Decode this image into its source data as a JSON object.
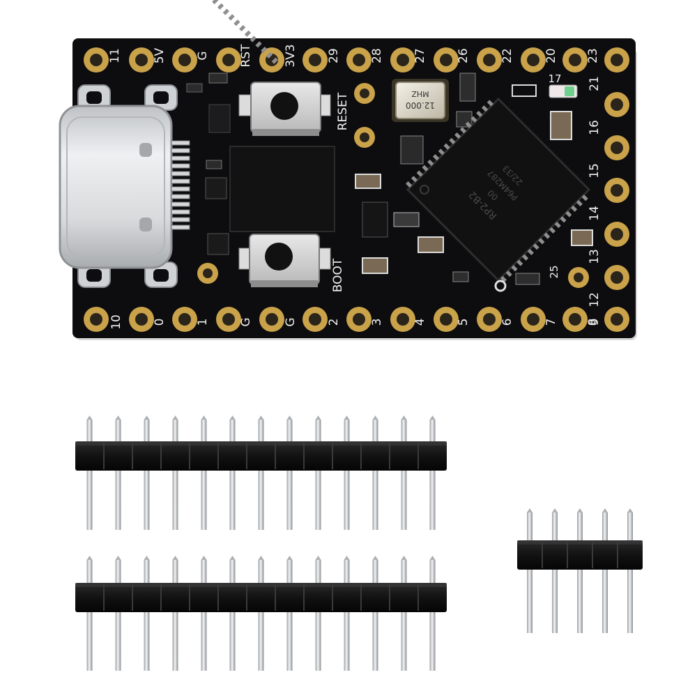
{
  "board": {
    "top_labels": [
      "11",
      "5V",
      "G",
      "RST",
      "3V3",
      "29",
      "28",
      "27",
      "26",
      "22",
      "20",
      "23"
    ],
    "right_labels": [
      "21",
      "16",
      "15",
      "14",
      "13",
      "12",
      "9"
    ],
    "bottom_labels": [
      "10",
      "0",
      "1",
      "G",
      "G",
      "2",
      "3",
      "4",
      "5",
      "6",
      "7",
      "8"
    ],
    "inner_labels": {
      "reset": "RESET",
      "boot": "BOOT",
      "led": "17",
      "pad25": "25"
    },
    "crystal_text": [
      "12.000",
      "MHZ"
    ],
    "mcu_text": [
      "RP2-B2",
      "00",
      "P64M287",
      "22/33"
    ]
  },
  "colors": {
    "pcb": "#0d0c0e",
    "gold_pad": "#c9a24a",
    "usb_metal": "#d4d6d8",
    "silkscreen": "#f2f2f2"
  },
  "headers": {
    "long_strip_pins": 13,
    "short_strip_pins": 5
  }
}
